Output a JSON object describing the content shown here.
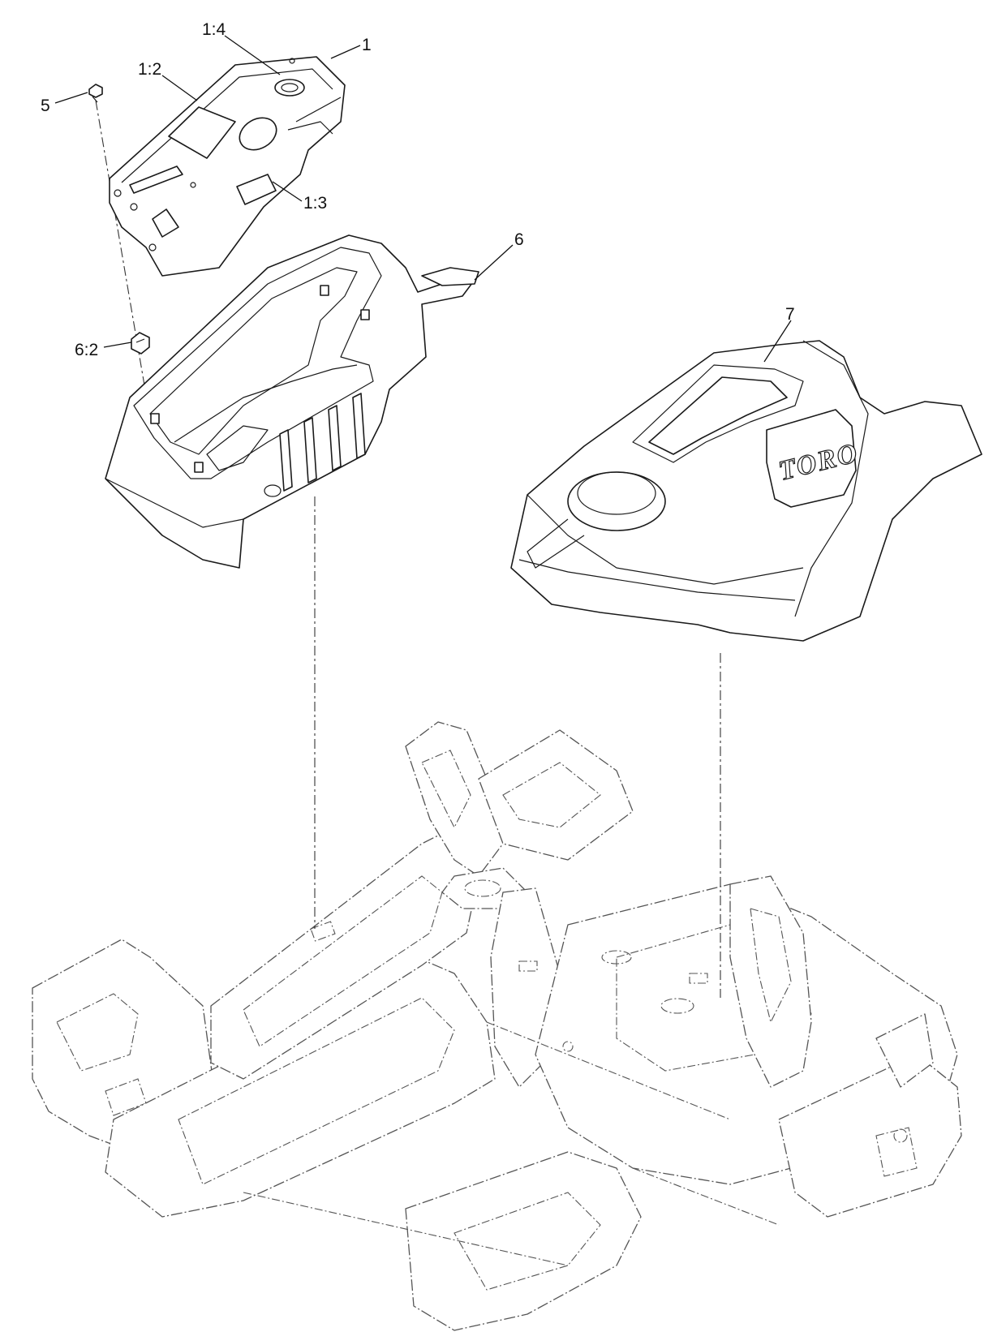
{
  "callouts": {
    "c1": "1",
    "c1_2": "1:2",
    "c1_3": "1:3",
    "c1_4": "1:4",
    "c5": "5",
    "c6": "6",
    "c6_2": "6:2",
    "c7": "7"
  },
  "logo": {
    "text": "TORO"
  },
  "colors": {
    "line": "#1a1a1a",
    "background": "#ffffff"
  }
}
